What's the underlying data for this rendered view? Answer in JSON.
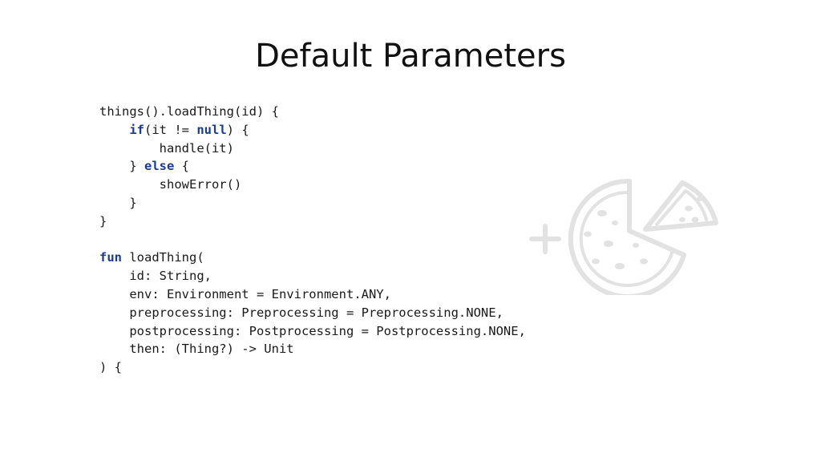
{
  "slide": {
    "title": "Default Parameters"
  },
  "code": {
    "lines": [
      [
        {
          "t": "things().loadThing(id) {",
          "k": "plain"
        }
      ],
      [
        {
          "t": "    ",
          "k": "plain"
        },
        {
          "t": "if",
          "k": "keyword"
        },
        {
          "t": "(it != ",
          "k": "plain"
        },
        {
          "t": "null",
          "k": "literal"
        },
        {
          "t": ") {",
          "k": "plain"
        }
      ],
      [
        {
          "t": "        handle(it)",
          "k": "plain"
        }
      ],
      [
        {
          "t": "    } ",
          "k": "plain"
        },
        {
          "t": "else",
          "k": "keyword"
        },
        {
          "t": " {",
          "k": "plain"
        }
      ],
      [
        {
          "t": "        showError()",
          "k": "plain"
        }
      ],
      [
        {
          "t": "    }",
          "k": "plain"
        }
      ],
      [
        {
          "t": "}",
          "k": "plain"
        }
      ],
      [
        {
          "t": "",
          "k": "plain"
        }
      ],
      [
        {
          "t": "fun",
          "k": "keyword"
        },
        {
          "t": " loadThing(",
          "k": "plain"
        }
      ],
      [
        {
          "t": "    id: String,",
          "k": "plain"
        }
      ],
      [
        {
          "t": "    env: Environment = Environment.ANY,",
          "k": "plain"
        }
      ],
      [
        {
          "t": "    preprocessing: Preprocessing = Preprocessing.NONE,",
          "k": "plain"
        }
      ],
      [
        {
          "t": "    postprocessing: Postprocessing = Postprocessing.NONE,",
          "k": "plain"
        }
      ],
      [
        {
          "t": "    then: (Thing?) -> Unit",
          "k": "plain"
        }
      ],
      [
        {
          "t": ") {",
          "k": "plain"
        }
      ]
    ]
  },
  "logo": {
    "icon": "pizza-icon",
    "color": "#e2e2e2"
  }
}
